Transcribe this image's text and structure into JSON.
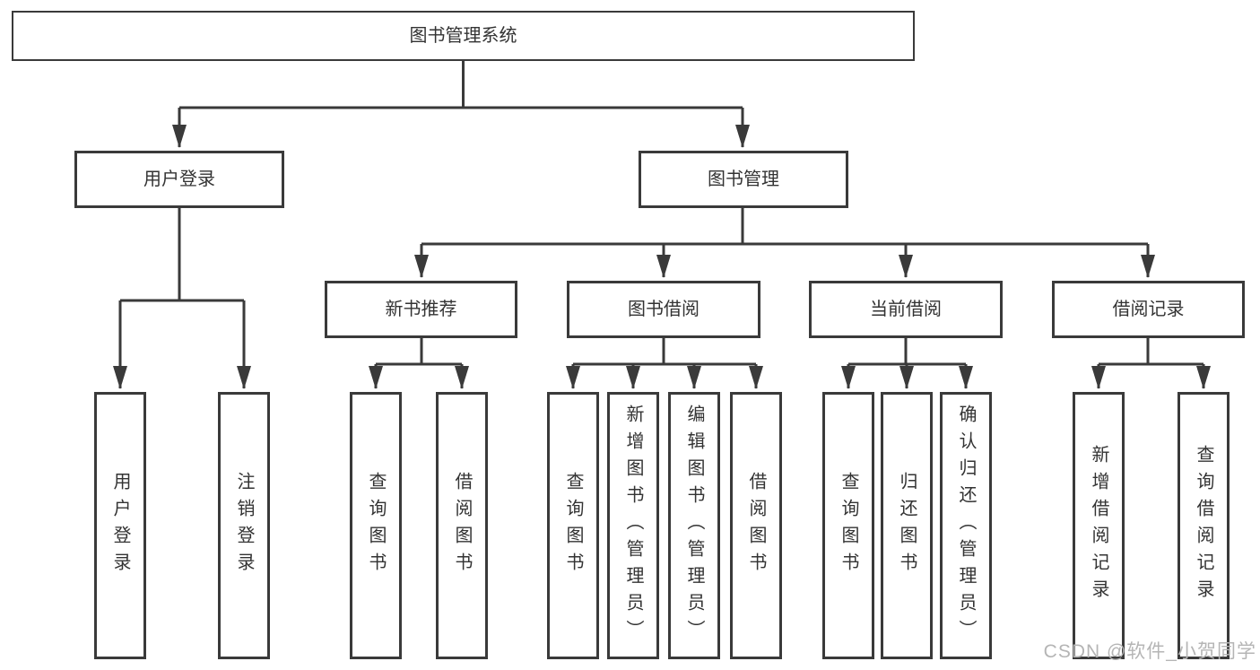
{
  "colors": {
    "line": "#3a3a3a",
    "text": "#333333",
    "watermark": "#b5b5b5"
  },
  "watermark": "CSDN @软件_小贺同学",
  "nodes": {
    "root": {
      "label": "图书管理系统"
    },
    "userLogin": {
      "label": "用户登录",
      "children": {
        "login": {
          "label": "用户登录"
        },
        "logout": {
          "label": "注销登录"
        }
      }
    },
    "bookMgmt": {
      "label": "图书管理",
      "children": {
        "newBookRec": {
          "label": "新书推荐",
          "children": {
            "queryBooks": {
              "label": "查询图书"
            },
            "borrowBooks": {
              "label": "借阅图书"
            }
          }
        },
        "bookBorrow": {
          "label": "图书借阅",
          "children": {
            "queryBooks": {
              "label": "查询图书"
            },
            "addBooks": {
              "label": "新增图书（管理员）"
            },
            "editBooks": {
              "label": "编辑图书（管理员）"
            },
            "borrowBooks": {
              "label": "借阅图书"
            }
          }
        },
        "currentBorrow": {
          "label": "当前借阅",
          "children": {
            "queryBooks": {
              "label": "查询图书"
            },
            "returnBooks": {
              "label": "归还图书"
            },
            "confirmReturn": {
              "label": "确认归还（管理员）"
            }
          }
        },
        "borrowRecords": {
          "label": "借阅记录",
          "children": {
            "addRecord": {
              "label": "新增借阅记录"
            },
            "queryRecord": {
              "label": "查询借阅记录"
            }
          }
        }
      }
    }
  }
}
